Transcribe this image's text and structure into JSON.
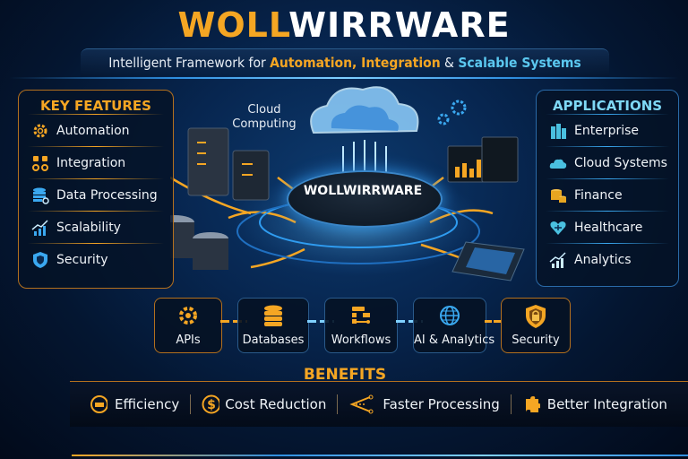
{
  "header": {
    "title_part1": "WOLL",
    "title_part2": "WIRRWARE",
    "subtitle_prefix": "Intelligent Framework for ",
    "subtitle_highlight1": "Automation, Integration",
    "subtitle_amp": " & ",
    "subtitle_highlight2": "Scalable Systems"
  },
  "key_features": {
    "title": "KEY FEATURES",
    "items": [
      {
        "label": "Automation",
        "icon": "gear-icon"
      },
      {
        "label": "Integration",
        "icon": "integration-icon"
      },
      {
        "label": "Data Processing",
        "icon": "database-icon"
      },
      {
        "label": "Scalability",
        "icon": "growth-chart-icon"
      },
      {
        "label": "Security",
        "icon": "shield-icon"
      }
    ]
  },
  "applications": {
    "title": "APPLICATIONS",
    "items": [
      {
        "label": "Enterprise",
        "icon": "building-icon"
      },
      {
        "label": "Cloud Systems",
        "icon": "cloud-icon"
      },
      {
        "label": "Finance",
        "icon": "coins-icon"
      },
      {
        "label": "Healthcare",
        "icon": "heart-icon"
      },
      {
        "label": "Analytics",
        "icon": "analytics-icon"
      }
    ]
  },
  "center": {
    "hub_label": "WOLLWIRRWARE",
    "cloud_label_line1": "Cloud",
    "cloud_label_line2": "Computing"
  },
  "components": [
    {
      "label": "APIs",
      "icon": "gear-icon"
    },
    {
      "label": "Databases",
      "icon": "database-icon"
    },
    {
      "label": "Workflows",
      "icon": "workflow-icon"
    },
    {
      "label": "AI & Analytics",
      "icon": "globe-icon"
    },
    {
      "label": "Security",
      "icon": "shield-lock-icon"
    }
  ],
  "benefits": {
    "title": "BENEFITS",
    "items": [
      {
        "label": "Efficiency",
        "icon": "efficiency-icon"
      },
      {
        "label": "Cost Reduction",
        "icon": "dollar-icon"
      },
      {
        "label": "Faster Processing",
        "icon": "network-icon"
      },
      {
        "label": "Better Integration",
        "icon": "puzzle-icon"
      }
    ]
  },
  "colors": {
    "accent_orange": "#f5a623",
    "accent_cyan": "#5bc8f0",
    "glow_blue": "#2f8fe0",
    "background": "#041631"
  }
}
